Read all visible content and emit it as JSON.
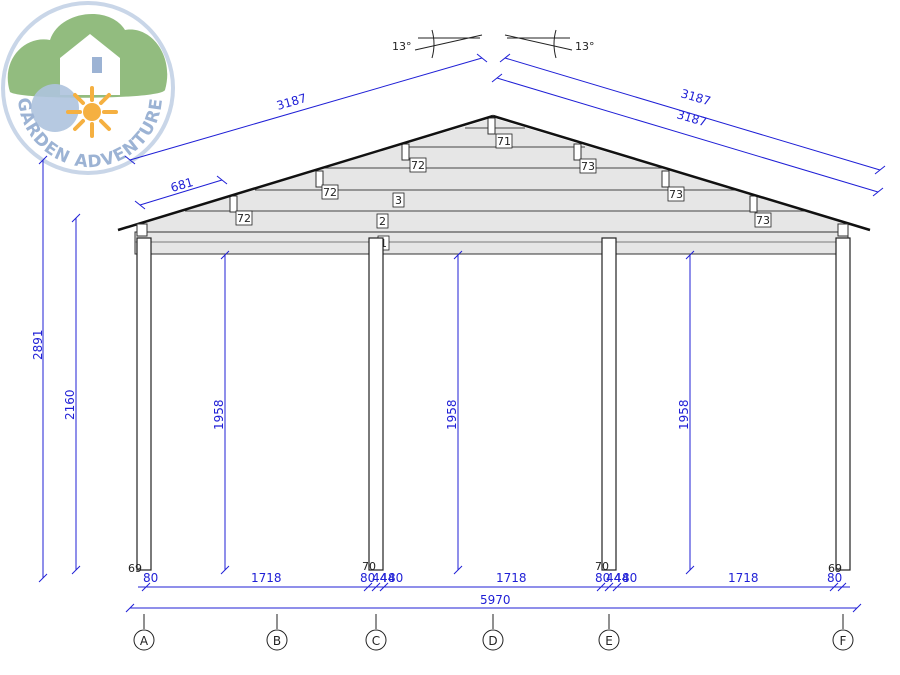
{
  "logo": {
    "text": "GARDEN ADVENTURE",
    "ring_color": "#c9d6e8",
    "tree_color": "#7fb069",
    "house_color": "#ffffff",
    "sun_color": "#f5b041",
    "text_color": "#9cb3d4"
  },
  "colors": {
    "dimension": "#1f1fd6",
    "structure": "#222222",
    "beam_fill": "#e6e6e6"
  },
  "roof": {
    "angle_left": "13°",
    "angle_right": "13°",
    "slope_left_length": "3187",
    "slope_right_outer": "3187",
    "slope_right_inner": "3187",
    "overhang": "681"
  },
  "beam_tags": {
    "t1": "1",
    "t2": "2",
    "t3": "3",
    "t71": "71",
    "t72a": "72",
    "t72b": "72",
    "t72c": "72",
    "t73a": "73",
    "t73b": "73",
    "t73c": "73"
  },
  "heights": {
    "total": "2891",
    "wall": "2160",
    "clear_left": "1958",
    "clear_mid": "1958",
    "clear_right": "1958"
  },
  "base_labels": {
    "offset_left": "69",
    "offset_c": "70",
    "offset_e": "70",
    "offset_right": "69"
  },
  "widths": {
    "post_a": "80",
    "span_ab": "1718",
    "post_c_left": "80",
    "gap_c1": "44",
    "gap_c2": "44",
    "post_c_right": "80",
    "span_cd": "1718",
    "post_e_left": "80",
    "gap_e1": "44",
    "gap_e2": "44",
    "post_e_right": "80",
    "span_ef": "1718",
    "post_f": "80",
    "total": "5970"
  },
  "axes": {
    "a": "A",
    "b": "B",
    "c": "C",
    "d": "D",
    "e": "E",
    "f": "F"
  }
}
